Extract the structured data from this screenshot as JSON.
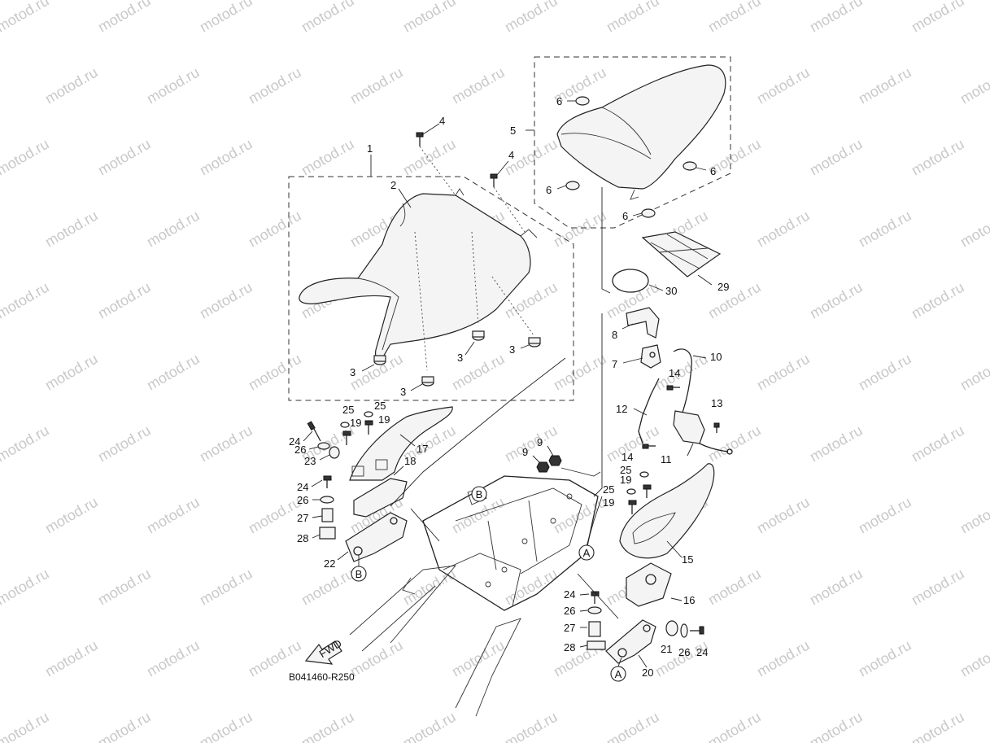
{
  "watermark": {
    "text": "motod.ru",
    "color": "#c9c9c9"
  },
  "drawing_code": "B041460-R250",
  "fwd_label": "FWD",
  "ref_markers": [
    "A",
    "B"
  ],
  "callouts": {
    "p1": "1",
    "p2": "2",
    "p3": "3",
    "p4": "4",
    "p5": "5",
    "p6": "6",
    "p7": "7",
    "p8": "8",
    "p9": "9",
    "p10": "10",
    "p11": "11",
    "p12": "12",
    "p13": "13",
    "p14": "14",
    "p15": "15",
    "p16": "16",
    "p17": "17",
    "p18": "18",
    "p19": "19",
    "p20": "20",
    "p21": "21",
    "p22": "22",
    "p23": "23",
    "p24": "24",
    "p25": "25",
    "p26": "26",
    "p27": "27",
    "p28": "28",
    "p29": "29",
    "p30": "30"
  }
}
